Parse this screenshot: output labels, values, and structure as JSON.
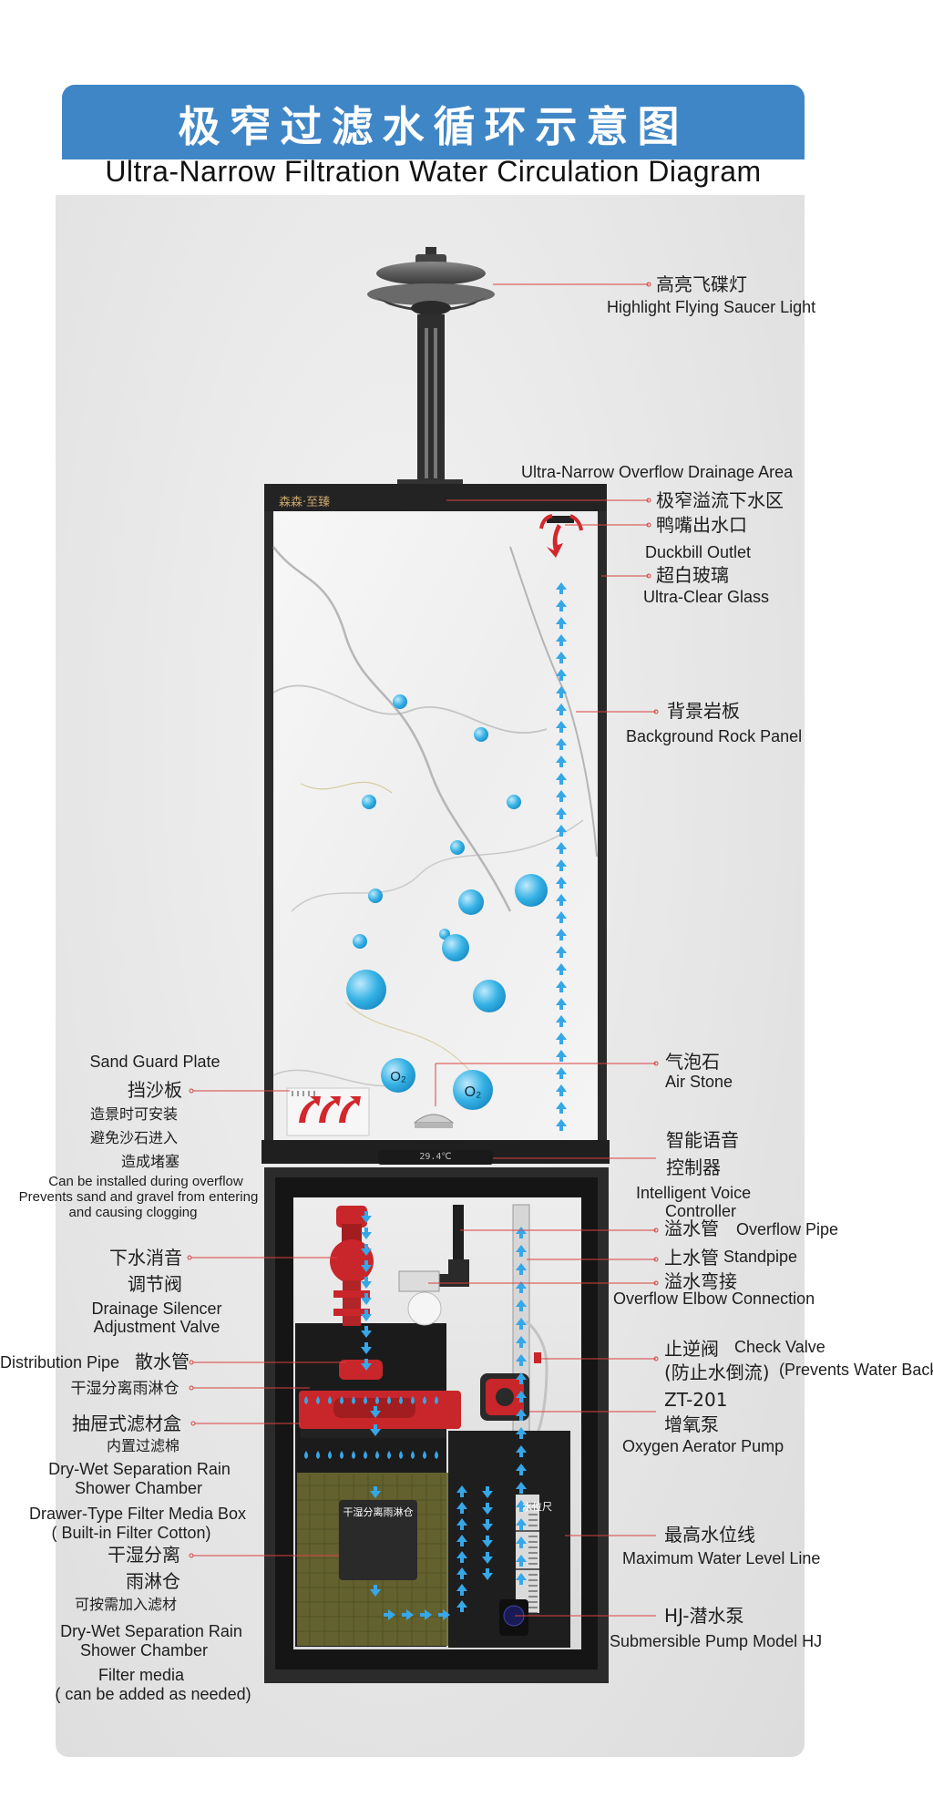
{
  "header": {
    "title_zh": "极窄过滤水循环示意图",
    "title_en": "Ultra-Narrow Filtration Water Circulation Diagram"
  },
  "device": {
    "brand": "森森·至臻",
    "lcd_readout": "29.4℃",
    "sign_title": "干湿分离雨淋仓",
    "sign_body": "",
    "scale_label": "水位尺"
  },
  "colors": {
    "banner": "#3f86c6",
    "water_arrow": "#35a7e8",
    "leader_line": "#d9413f",
    "red_part": "#c8262a",
    "cabinet": "#2b2b2b"
  },
  "labels": {
    "saucer_light_zh": "高亮飞碟灯",
    "saucer_light_en": "Highlight Flying Saucer Light",
    "overflow_area_en": "Ultra-Narrow Overflow Drainage Area",
    "overflow_area_zh": "极窄溢流下水区",
    "duckbill_zh": "鸭嘴出水口",
    "duckbill_en": "Duckbill Outlet",
    "glass_zh": "超白玻璃",
    "glass_en": "Ultra-Clear Glass",
    "rock_panel_zh": "背景岩板",
    "rock_panel_en": "Background Rock Panel",
    "air_stone_zh": "气泡石",
    "air_stone_en": "Air Stone",
    "voice_zh_1": "智能语音",
    "voice_zh_2": "控制器",
    "voice_en_1": "Intelligent Voice",
    "voice_en_2": "Controller",
    "overflow_pipe_zh": "溢水管",
    "overflow_pipe_en": "Overflow Pipe",
    "standpipe_zh": "上水管",
    "standpipe_en": "Standpipe",
    "elbow_zh": "溢水弯接",
    "elbow_en": "Overflow Elbow Connection",
    "check_valve_zh_1": "止逆阀",
    "check_valve_en_1": "Check Valve",
    "check_valve_zh_2": "(防止水倒流)",
    "check_valve_en_2": "(Prevents Water Backflow)",
    "aerator_model": "ZT-201",
    "aerator_zh": "增氧泵",
    "aerator_en": "Oxygen Aerator Pump",
    "max_level_zh": "最高水位线",
    "max_level_en": "Maximum Water Level Line",
    "pump_zh": "HJ-潜水泵",
    "pump_en": "Submersible Pump Model HJ",
    "sand_guard_en": "Sand Guard Plate",
    "sand_guard_zh": "挡沙板",
    "sand_note_zh_1": "造景时可安装",
    "sand_note_zh_2": "避免沙石进入",
    "sand_note_zh_3": "造成堵塞",
    "sand_note_en_1": "Can be installed during overflow",
    "sand_note_en_2": "Prevents sand and gravel from entering",
    "sand_note_en_3": "and causing clogging",
    "silencer_zh_1": "下水消音",
    "silencer_zh_2": "调节阀",
    "silencer_en_1": "Drainage Silencer",
    "silencer_en_2": "Adjustment Valve",
    "distribution_en": "Distribution Pipe",
    "distribution_zh": "散水管",
    "rain_chamber_zh": "干湿分离雨淋仓",
    "drawer_zh": "抽屉式滤材盒",
    "drawer_note_zh": "内置过滤棉",
    "rain_chamber_en_1": "Dry-Wet Separation Rain",
    "rain_chamber_en_2": "Shower Chamber",
    "drawer_en_1": "Drawer-Type Filter Media Box",
    "drawer_en_2": "( Built-in Filter Cotton)",
    "drywet_zh_1": "干湿分离",
    "drywet_zh_2": "雨淋仓",
    "media_note_zh": "可按需加入滤材",
    "drywet_en_1": "Dry-Wet Separation Rain",
    "drywet_en_2": "Shower Chamber",
    "media_en_1": "Filter media",
    "media_en_2": "( can be added as needed)"
  }
}
